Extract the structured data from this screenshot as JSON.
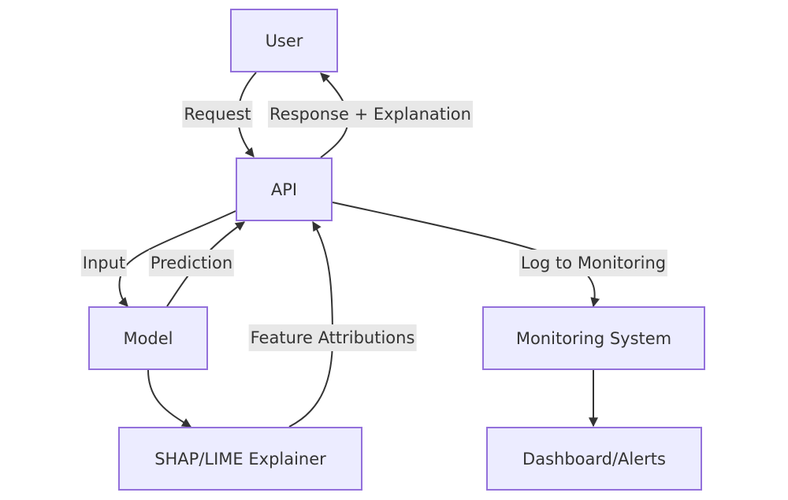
{
  "diagram": {
    "nodes": {
      "user": "User",
      "api": "API",
      "model": "Model",
      "explainer": "SHAP/LIME Explainer",
      "monitoring": "Monitoring System",
      "dashboard": "Dashboard/Alerts"
    },
    "edges": {
      "request": "Request",
      "response": "Response + Explanation",
      "input": "Input",
      "prediction": "Prediction",
      "log": "Log to Monitoring",
      "feature": "Feature Attributions"
    },
    "colors": {
      "node_fill": "#ececff",
      "node_border": "#9370db",
      "edge": "#333333",
      "label_bg": "#e8e8e8"
    }
  }
}
